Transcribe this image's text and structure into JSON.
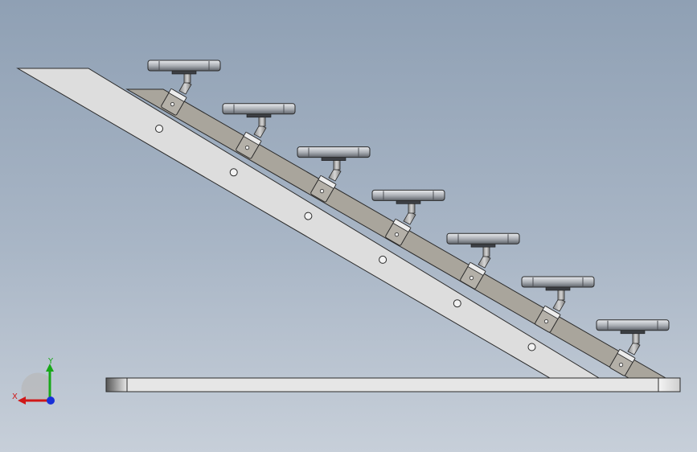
{
  "app": {
    "view": "cad-3d-viewport"
  },
  "triad": {
    "x_label": "X",
    "y_label": "Y"
  },
  "model": {
    "step_count": 7,
    "hole_count": 6
  },
  "colors": {
    "background_top": "#8fa0b4",
    "background_bottom": "#c7cfd9",
    "stringer_face": "#dcdcdc",
    "stringer_edge": "#2a2a2a",
    "rail_band": "#a7a39a",
    "tread_light": "#d8dadd",
    "tread_dark": "#6e737a",
    "x_axis": "#d01818",
    "y_axis": "#18a818",
    "z_axis": "#1830d8"
  }
}
